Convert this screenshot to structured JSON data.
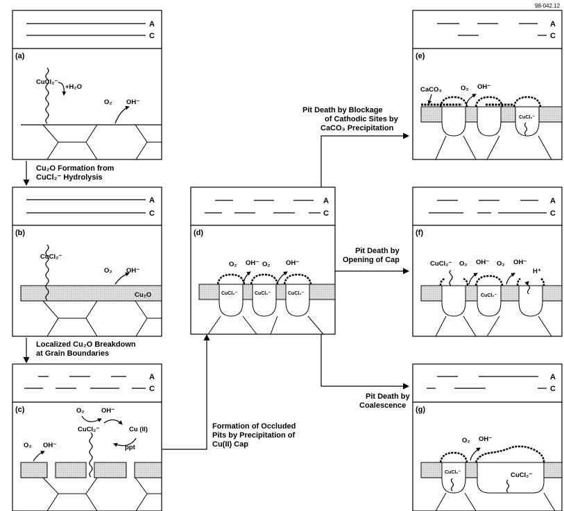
{
  "figure_id": "98-042.12",
  "legend": {
    "anode": "A",
    "cathode": "C"
  },
  "panels": {
    "a": {
      "label": "(a)",
      "species": {
        "cucl2": "CuCl₂⁻",
        "h2o": "+H₂O",
        "o2": "O₂",
        "oh": "OH⁻"
      }
    },
    "b": {
      "label": "(b)",
      "species": {
        "cucl2": "CuCl₂⁻",
        "o2": "O₂",
        "oh": "OH⁻",
        "cu2o": "Cu₂O"
      }
    },
    "c": {
      "label": "(c)",
      "species": {
        "o2a": "O₂",
        "oha": "OH⁻",
        "o2b": "O₂",
        "ohb": "OH⁻",
        "cucl2": "CuCl₂⁻",
        "cu2": "Cu (II)",
        "ppt": "ppt"
      }
    },
    "d": {
      "label": "(d)",
      "species": {
        "o2a": "O₂",
        "oha": "OH⁻",
        "o2b": "O₂",
        "ohb": "OH⁻",
        "pit": "CuCl₂⁻"
      }
    },
    "e": {
      "label": "(e)",
      "species": {
        "caco3": "CaCO₃",
        "o2": "O₂",
        "oh": "OH⁻",
        "pit": "CuCl₂⁻"
      }
    },
    "f": {
      "label": "(f)",
      "species": {
        "cucl2": "CuCl₂⁻",
        "o2a": "O₂",
        "oha": "OH⁻",
        "o2b": "O₂",
        "ohb": "OH⁻",
        "h": "H⁺",
        "pit": "CuCl₂⁻"
      }
    },
    "g": {
      "label": "(g)",
      "species": {
        "o2": "O₂",
        "oh": "OH⁻",
        "pit1": "CuCl₂⁻",
        "pit2": "CuCl₂⁻"
      }
    }
  },
  "transitions": {
    "ab": [
      "Cu₂O Formation from",
      "CuCl₂⁻ Hydrolysis"
    ],
    "bc": [
      "Localized Cu₂O Breakdown",
      "at Grain Boundaries"
    ],
    "cd": [
      "Formation of Occluded",
      "Pits by Precipitation of",
      "Cu(II) Cap"
    ],
    "de": [
      "Pit Death by Blockage",
      "of Cathodic Sites by",
      "CaCO₃ Precipitation"
    ],
    "df": [
      "Pit Death by",
      "Opening of Cap"
    ],
    "dg": [
      "Pit Death by",
      "Coalescence"
    ]
  }
}
